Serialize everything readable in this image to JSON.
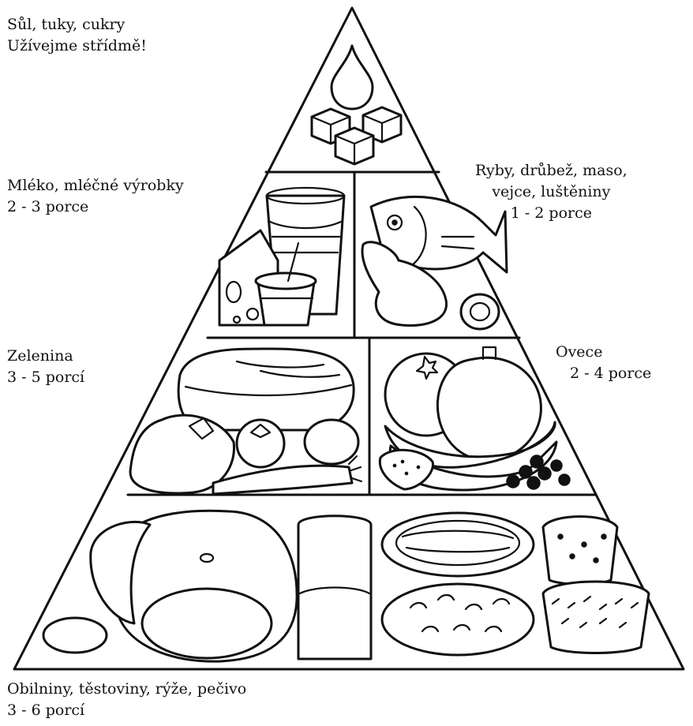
{
  "title": "",
  "tiers": {
    "sugars": {
      "line1": "Sůl, tuky, cukry",
      "line2": "Užívejme střídmě!",
      "icon": "drop-and-sugar-cubes"
    },
    "dairy": {
      "line1": "Mléko, mléčné výrobky",
      "line2": "2 - 3 porce",
      "icon": "milk-glass-cheese-yogurt"
    },
    "protein": {
      "line1": "Ryby, drůbež, maso,",
      "line2": "vejce, luštěniny",
      "line3": "1 - 2 porce",
      "icon": "fish-chicken-eggs"
    },
    "vegetables": {
      "line1": "Zelenina",
      "line2": "3 - 5 porcí",
      "icon": "cabbage-pepper-carrot"
    },
    "fruit": {
      "line1": "Ovece",
      "line2": "2 - 4 porce",
      "icon": "apple-orange-banana"
    },
    "grains": {
      "line1": "Obilniny, těstoviny, rýže, pečivo",
      "line2": "3 - 6 porcí",
      "icon": "bread-pasta-rice"
    }
  }
}
